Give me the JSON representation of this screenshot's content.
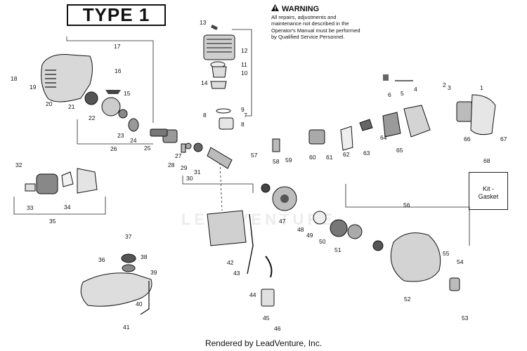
{
  "header": {
    "type_label": "TYPE 1"
  },
  "warning": {
    "title": "WARNING",
    "text": "All repairs, adjustments and maintenance not described in the Operator's Manual must be performed by Qualified Service Personnel."
  },
  "kit_box": {
    "label_line1": "Kit -",
    "label_line2": "Gasket"
  },
  "watermark": "LEADVENTURE",
  "footer": {
    "credit": "Rendered by LeadVenture, Inc."
  },
  "callouts": [
    "1",
    "2",
    "3",
    "4",
    "5",
    "6",
    "7",
    "8",
    "8",
    "9",
    "10",
    "11",
    "12",
    "13",
    "14",
    "15",
    "16",
    "17",
    "18",
    "19",
    "20",
    "21",
    "22",
    "23",
    "24",
    "25",
    "26",
    "27",
    "28",
    "29",
    "30",
    "31",
    "32",
    "33",
    "34",
    "35",
    "36",
    "37",
    "38",
    "39",
    "40",
    "41",
    "42",
    "43",
    "44",
    "45",
    "46",
    "47",
    "48",
    "49",
    "50",
    "51",
    "52",
    "53",
    "54",
    "55",
    "56",
    "57",
    "58",
    "59",
    "60",
    "61",
    "62",
    "63",
    "64",
    "65",
    "66",
    "67",
    "68"
  ]
}
